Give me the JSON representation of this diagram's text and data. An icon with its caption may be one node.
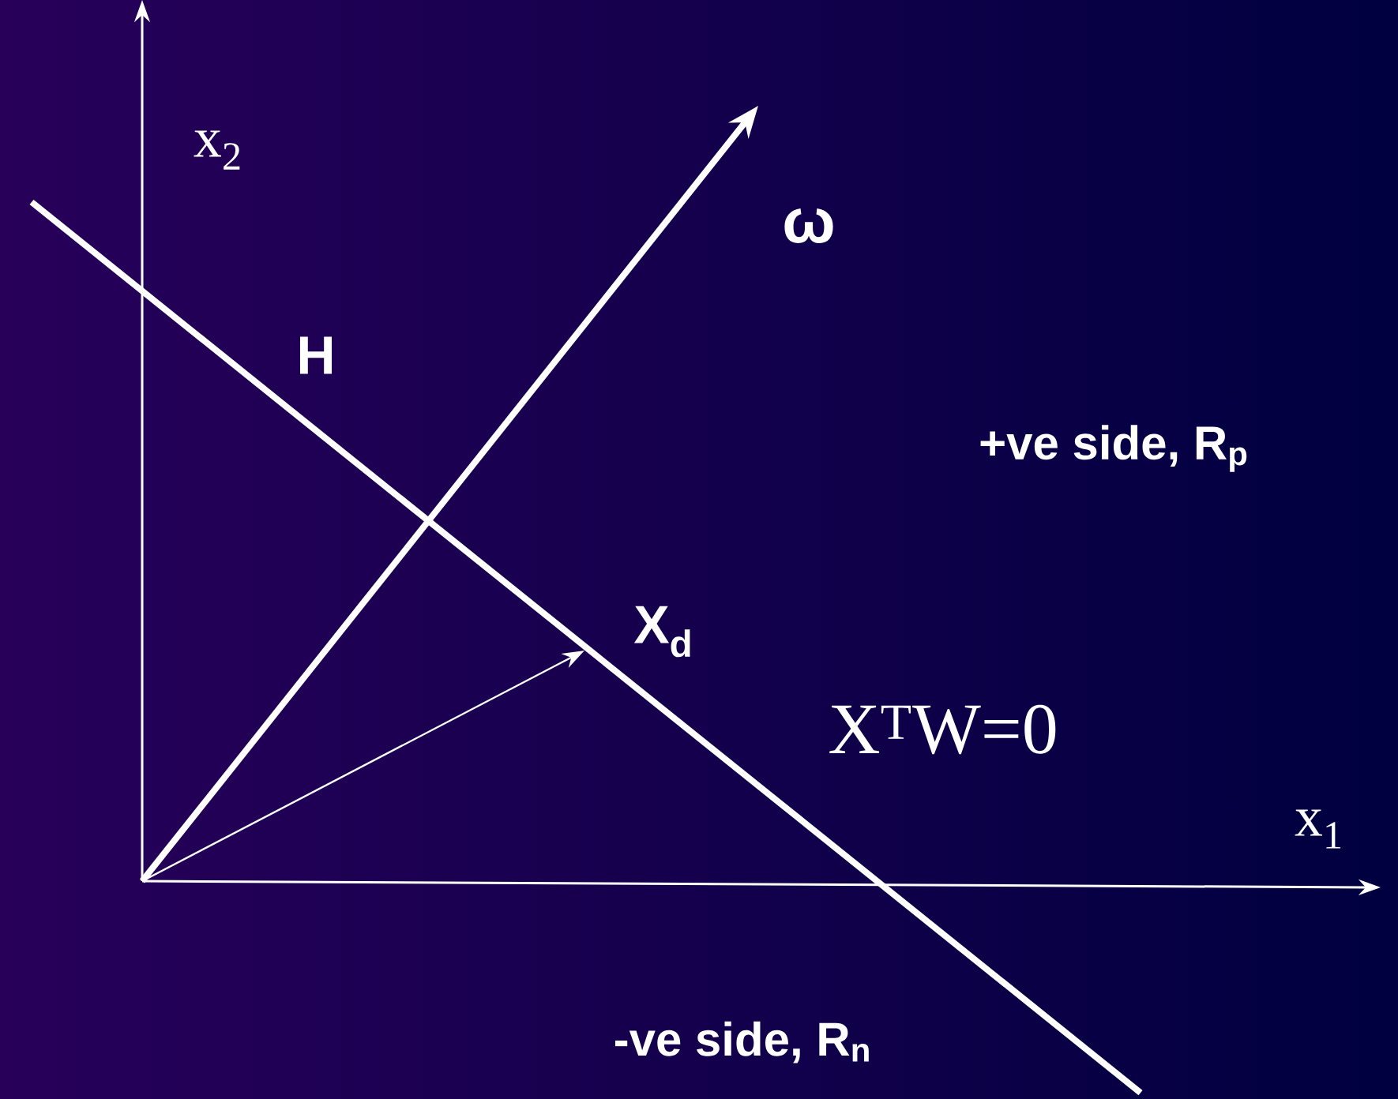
{
  "diagram": {
    "labels": [
      "x$_{2}$",
      "ω",
      "H",
      "+ve side, R$_{p}$",
      "X$_{d}$",
      "X$^{T}$W=0",
      "x$_{1}$",
      "-ve side, R$_{n}$"
    ]
  }
}
